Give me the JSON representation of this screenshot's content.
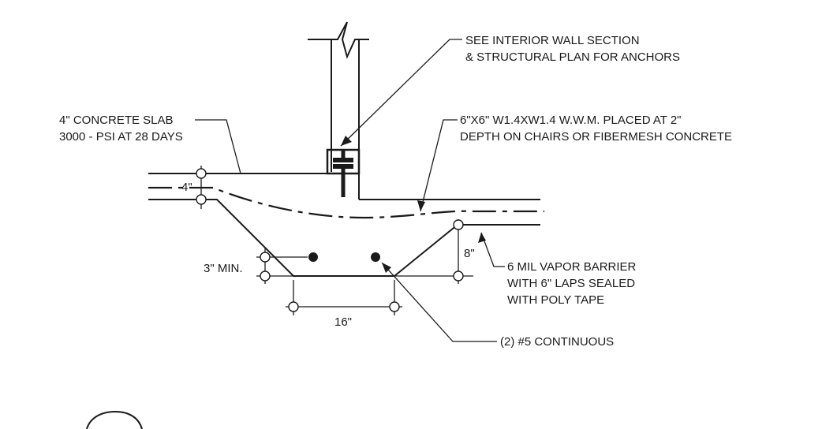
{
  "notes": {
    "wall_section": [
      "SEE INTERIOR WALL SECTION",
      "& STRUCTURAL PLAN FOR ANCHORS"
    ],
    "slab": [
      "4\" CONCRETE SLAB",
      "3000 - PSI AT 28 DAYS"
    ],
    "mesh": [
      "6\"X6\" W1.4XW1.4 W.W.M. PLACED AT 2\"",
      "DEPTH ON CHAIRS OR FIBERMESH CONCRETE"
    ],
    "vapor": [
      "6 MIL VAPOR BARRIER",
      "WITH 6\" LAPS SEALED",
      "WITH POLY TAPE"
    ],
    "rebar": "(2) #5 CONTINUOUS"
  },
  "dimensions": {
    "slab_thickness": "4\"",
    "cover": "3\" MIN.",
    "footing_width": "16\"",
    "thickened_depth": "8\""
  }
}
